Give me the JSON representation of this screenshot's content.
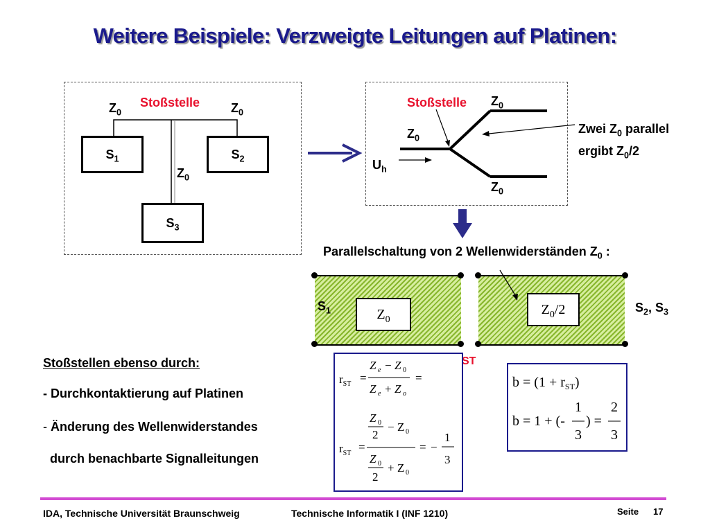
{
  "title": "Weitere Beispiele: Verzweigte Leitungen auf Platinen:",
  "left_diagram": {
    "stossstelle": "Stoßstelle",
    "s1": "S",
    "s1_sub": "1",
    "s2": "S",
    "s2_sub": "2",
    "s3": "S",
    "s3_sub": "3",
    "z": "Z",
    "z_sub": "0"
  },
  "right_diagram": {
    "stossstelle": "Stoßstelle",
    "uh": "U",
    "uh_sub": "h",
    "note_line1_pre": "Zwei Z",
    "note_line1_sub": "0",
    "note_line1_post": " parallel",
    "note_line2_pre": "ergibt Z",
    "note_line2_sub": "0",
    "note_line2_post": "/2"
  },
  "parallel": {
    "heading_pre": "Parallelschaltung von 2 Wellenwiderständen Z",
    "heading_sub": "0",
    "heading_post": " :",
    "left_label": "S",
    "left_sub": "1",
    "left_box": "Z",
    "left_box_sub": "0",
    "right_box": "Z",
    "right_box_sub": "0",
    "right_box_post": "/2",
    "right_label": "S",
    "right_label_sub1": "2",
    "right_label_mid": ", S",
    "right_label_sub2": "3",
    "st": "ST"
  },
  "text_block": {
    "heading": "Stoßstellen ebenso durch:",
    "item1": "- Durchkontaktierung auf Platinen",
    "item2_dash": "- ",
    "item2": "Änderung des Wellenwiderstandes",
    "item3": "durch benachbarte Signalleitungen"
  },
  "formulas": {
    "r": "r",
    "st_sub": "ST",
    "eq": "=",
    "minus": "−",
    "plus": "+",
    "ze": "Z",
    "e_sub": "e",
    "zo": "Z",
    "o_sub": "o",
    "z0": "Z",
    "zero_sub": "0",
    "two": "2",
    "one": "1",
    "three": "3",
    "b_line1_pre": "b = (1 + r",
    "b_line1_post": ")",
    "b_line2_pre": "b = 1 + (-",
    "b_line2_mid": ") ="
  },
  "footer": {
    "left": "IDA, Technische Universität Braunschweig",
    "center": "Technische Informatik I (INF 1210)",
    "seite": "Seite",
    "page": "17"
  },
  "colors": {
    "title": "#1a1a8c",
    "accent_red": "#e8112d",
    "footer_line": "#d24bd2",
    "arrow": "#2c2c8a"
  }
}
